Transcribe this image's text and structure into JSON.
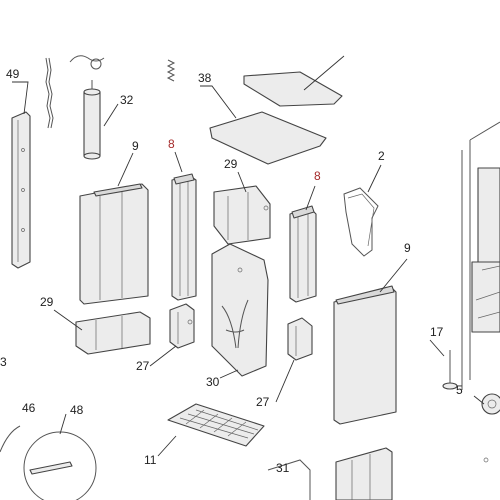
{
  "colors": {
    "label_default": "#222222",
    "label_highlight": "#a52a2a",
    "outline": "#444444",
    "part_fill": "#ececec"
  },
  "labels": {
    "l49": "49",
    "l32": "32",
    "l38": "38",
    "l8a": "8",
    "l8b": "8",
    "l9a": "9",
    "l9b": "9",
    "l29a": "29",
    "l29b": "29",
    "l2": "2",
    "l27a": "27",
    "l27b": "27",
    "l30": "30",
    "l11": "11",
    "l17": "17",
    "l5": "5",
    "l46": "46",
    "l48": "48",
    "l3": "3",
    "l31": "31"
  }
}
